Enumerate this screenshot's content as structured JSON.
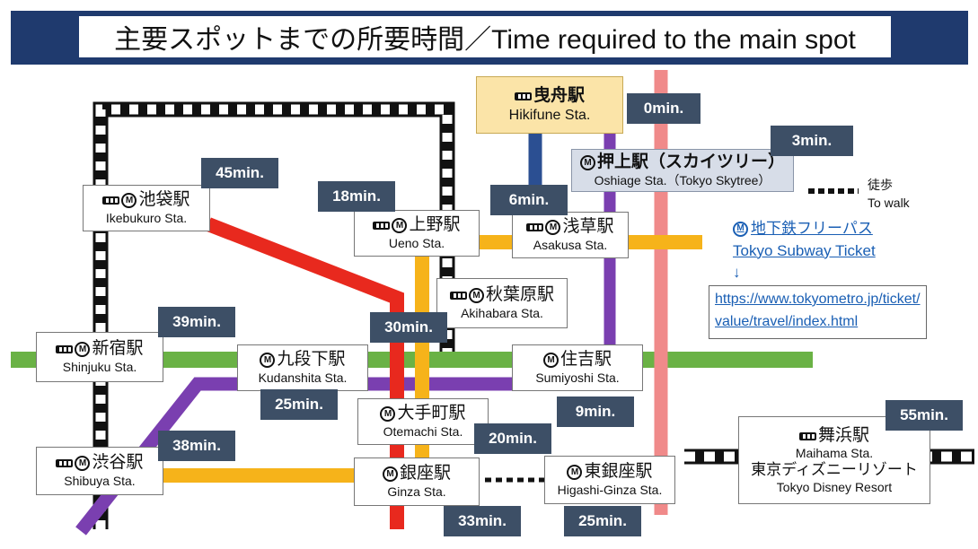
{
  "title": "主要スポットまでの所要時間／Time required to the main spot",
  "colors": {
    "banner": "#1f3a6e",
    "ginza_line": "#f6b31a",
    "hanzomon_line": "#7a3fb0",
    "asakusa_line": "#e8291e",
    "sobu_line": "#6ab245",
    "tobu_line": "#2b4f92",
    "keiyo_line": "#f08a8a",
    "time_badge": "#3d4f66",
    "origin_box": "#fbe4a8"
  },
  "stations": {
    "hikifune": {
      "jp": "曳舟駅",
      "en": "Hikifune Sta.",
      "icons": [
        "train-icon"
      ]
    },
    "oshiage": {
      "jp": "押上駅（スカイツリー）",
      "en": "Oshiage Sta.（Tokyo Skytree）",
      "icons": [
        "metro-icon"
      ]
    },
    "ikebukuro": {
      "jp": "池袋駅",
      "en": "Ikebukuro Sta.",
      "icons": [
        "train-icon",
        "metro-icon"
      ]
    },
    "ueno": {
      "jp": "上野駅",
      "en": "Ueno Sta.",
      "icons": [
        "train-icon",
        "metro-icon"
      ]
    },
    "asakusa": {
      "jp": "浅草駅",
      "en": "Asakusa Sta.",
      "icons": [
        "train-icon",
        "metro-icon"
      ]
    },
    "akihabara": {
      "jp": "秋葉原駅",
      "en": "Akihabara Sta.",
      "icons": [
        "train-icon",
        "metro-icon"
      ]
    },
    "shinjuku": {
      "jp": "新宿駅",
      "en": "Shinjuku Sta.",
      "icons": [
        "train-icon",
        "metro-icon"
      ]
    },
    "kudanshita": {
      "jp": "九段下駅",
      "en": "Kudanshita Sta.",
      "icons": [
        "metro-icon"
      ]
    },
    "sumiyoshi": {
      "jp": "住吉駅",
      "en": "Sumiyoshi Sta.",
      "icons": [
        "metro-icon"
      ]
    },
    "otemachi": {
      "jp": "大手町駅",
      "en": "Otemachi Sta.",
      "icons": [
        "metro-icon"
      ]
    },
    "shibuya": {
      "jp": "渋谷駅",
      "en": "Shibuya Sta.",
      "icons": [
        "train-icon",
        "metro-icon"
      ]
    },
    "ginza": {
      "jp": "銀座駅",
      "en": "Ginza Sta.",
      "icons": [
        "metro-icon"
      ]
    },
    "higashiginza": {
      "jp": "東銀座駅",
      "en": "Higashi-Ginza Sta.",
      "icons": [
        "metro-icon"
      ]
    },
    "maihama": {
      "jp": "舞浜駅",
      "en": "Maihama Sta.",
      "extra": "東京ディズニーリゾート",
      "extra_en": "Tokyo Disney Resort",
      "icons": [
        "train-icon"
      ]
    }
  },
  "times": {
    "hikifune": "0min.",
    "oshiage": "3min.",
    "ikebukuro": "45min.",
    "ueno": "18min.",
    "asakusa": "6min.",
    "akihabara": "30min.",
    "shinjuku": "39min.",
    "kudanshita": "25min.",
    "sumiyoshi": "9min.",
    "otemachi": "20min.",
    "shibuya": "38min.",
    "ginza": "33min.",
    "higashiginza": "25min.",
    "maihama": "55min."
  },
  "legend": {
    "walk_jp": "徒歩",
    "walk_en": "To walk"
  },
  "pass": {
    "jp": "地下鉄フリーパス",
    "en": "Tokyo Subway Ticket",
    "arrow": "↓",
    "url": "https://www.tokyometro.jp/ticket/value/travel/index.html"
  }
}
